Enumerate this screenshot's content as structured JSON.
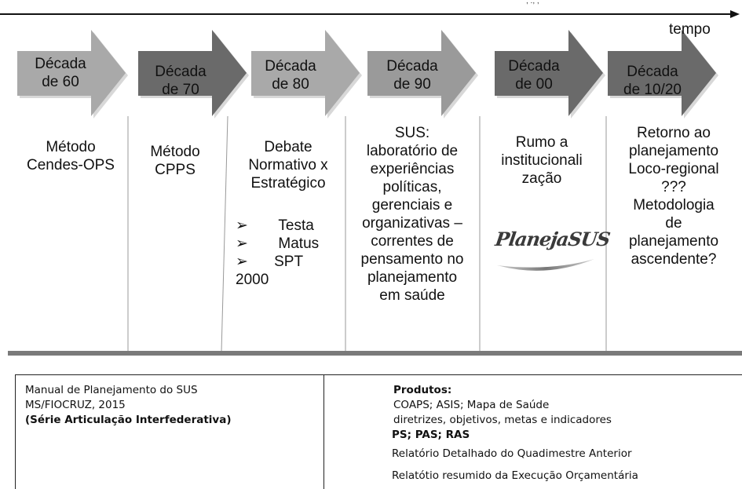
{
  "axis_label": "tempo",
  "top_fragment": ", ., ,",
  "periods": [
    {
      "label_line1": "Década",
      "label_line2": "de 60",
      "fill": "#a9a9a9",
      "text": [
        "Método",
        "Cendes-OPS"
      ]
    },
    {
      "label_line1": "Década",
      "label_line2": "de 70",
      "fill": "#6a6a6a",
      "text": [
        "Método",
        "CPPS"
      ]
    },
    {
      "label_line1": "Década",
      "label_line2": "de 80",
      "fill": "#a9a9a9",
      "text": [
        "Debate",
        "Normativo x",
        "Estratégico"
      ]
    },
    {
      "label_line1": "Década",
      "label_line2": "de 90",
      "fill": "#9a9a9a",
      "text": [
        "SUS:",
        "laboratório de",
        "experiências",
        "políticas,",
        "gerenciais e",
        "organizativas –",
        "correntes de",
        "pensamento no",
        "planejamento",
        "em saúde"
      ]
    },
    {
      "label_line1": "Década",
      "label_line2": "de 00",
      "fill": "#6a6a6a",
      "text": [
        "Rumo a",
        "institucionali",
        "zação"
      ]
    },
    {
      "label_line1": "Década",
      "label_line2": "de 10/20",
      "fill": "#6a6a6a",
      "text": [
        "Retorno ao",
        "planejamento",
        "Loco-regional",
        "???",
        "Metodologia",
        "de",
        "planejamento",
        "ascendente?"
      ]
    }
  ],
  "bullets": {
    "marker": "➢",
    "items": [
      "Testa",
      "Matus",
      "SPT"
    ],
    "trailing": "2000"
  },
  "logo_text": "PlanejaSUS",
  "footer": {
    "left": {
      "line1": "Manual de Planejamento do SUS",
      "line2": "MS/FIOCRUZ, 2015",
      "line3": "(Série Articulação Interfederativa)"
    },
    "right": {
      "heading": "Produtos:",
      "line1": "COAPS; ASIS; Mapa de Saúde",
      "line2": "diretrizes, objetivos, metas e indicadores",
      "line3": "PS; PAS; RAS",
      "line4": "Relatório Detalhado do Quadimestre Anterior",
      "line5": "Relatótio resumido da Execução Orçamentária"
    }
  }
}
